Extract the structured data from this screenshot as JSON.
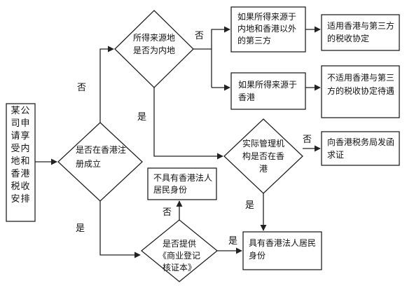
{
  "nodes": {
    "applicant": "某公司申请享受内地和香港税收安排",
    "q_registered": "是否在香港注册成立",
    "q_income_source": "所得来源地是否为内地",
    "income_third_party": "如果所得来源于内地和香港以外的第三方",
    "apply_hk_third_party": "适用香港与第三方的税收协定",
    "income_hk": "如果所得来源于香港",
    "not_apply_hk_third_party": "不适用香港与第三方的税收协定待遇",
    "q_management": "实际管理机构是否在香港",
    "request_hk_ird": "向香港税务局发函求证",
    "q_certificate": "是否提供《商业登记核证本》",
    "no_resident_status": "不具有香港法人居民身份",
    "has_resident_status": "具有香港法人居民身份"
  },
  "edges": {
    "registered_no": "否",
    "registered_yes": "是",
    "income_source_no": "否",
    "income_source_yes": "是",
    "management_no": "否",
    "management_yes": "是",
    "certificate_no": "否",
    "certificate_yes": "是"
  }
}
